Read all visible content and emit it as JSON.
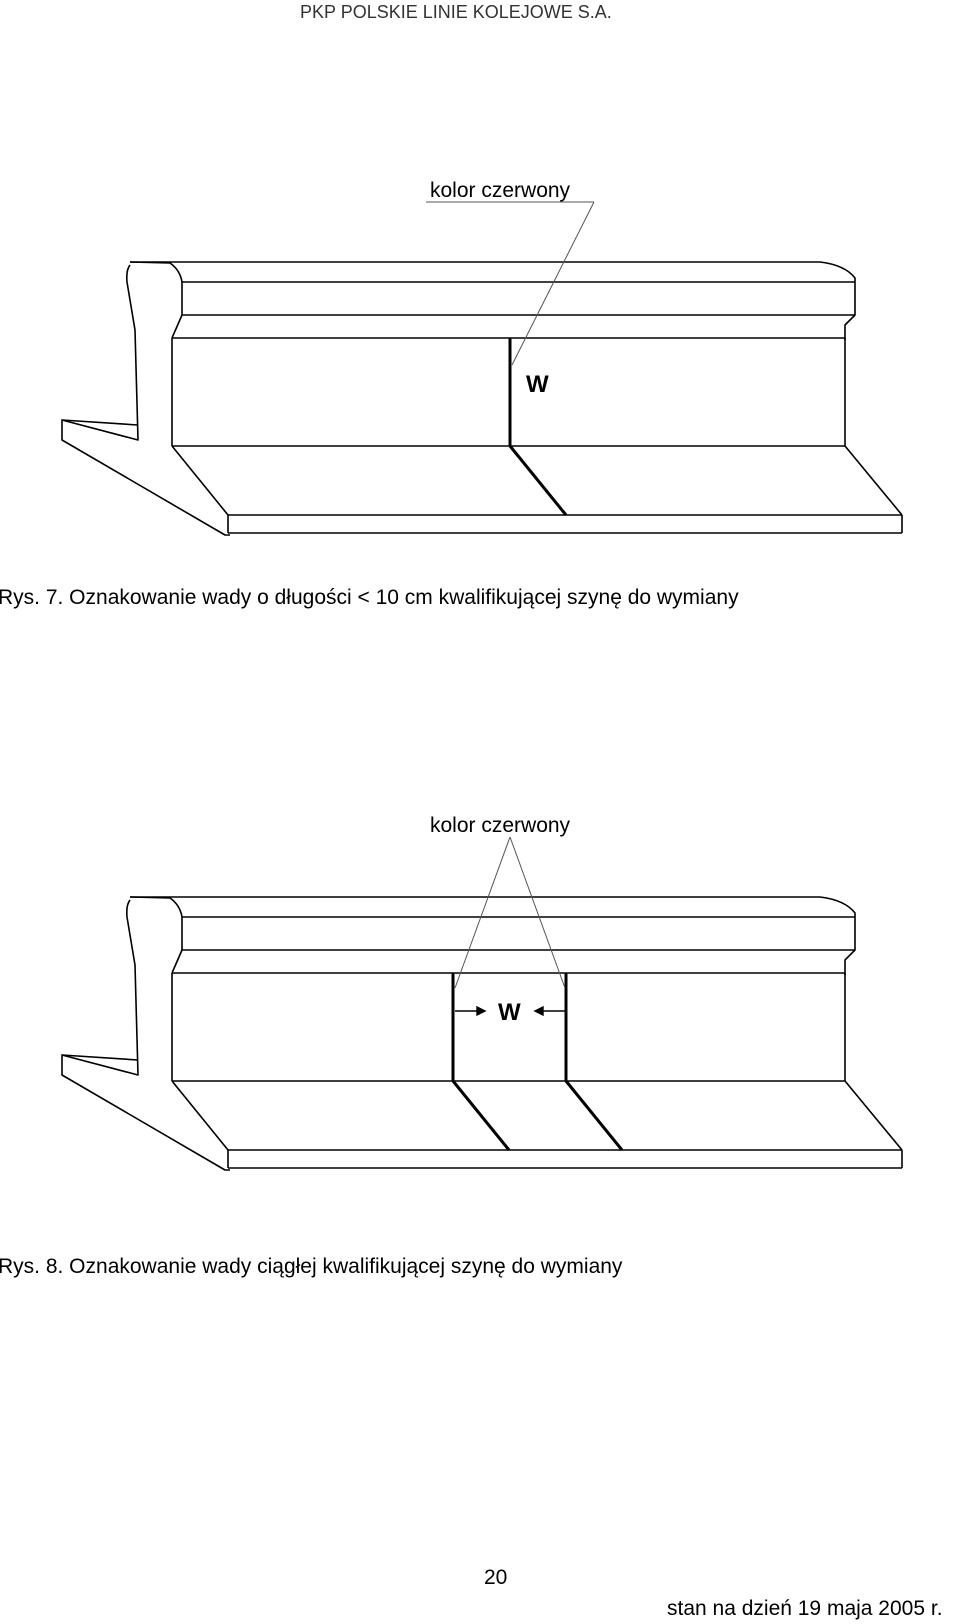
{
  "header": {
    "text": "PKP POLSKIE LINIE KOLEJOWE S.A."
  },
  "figure7": {
    "callout": "kolor czerwony",
    "mark": "W",
    "caption": "Rys. 7.  Oznakowanie wady o długości < 10 cm kwalifikującej szynę do wymiany"
  },
  "figure8": {
    "callout": "kolor czerwony",
    "mark": "W",
    "caption": "Rys. 8.  Oznakowanie wady ciągłej  kwalifikującej szynę do wymiany"
  },
  "footer": {
    "page_number": "20",
    "date": "stan na dzień 19 maja 2005 r."
  }
}
